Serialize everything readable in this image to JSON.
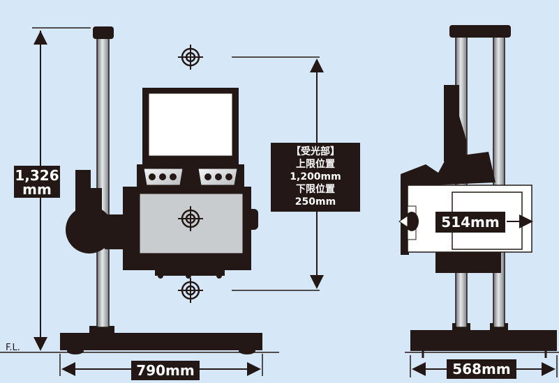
{
  "labels": {
    "height_value": "1,326",
    "height_unit": "mm",
    "fl": "F.L.",
    "receiver_head": "【受光部】",
    "upper_limit_label": "上限位置",
    "upper_limit_value": "1,200mm",
    "lower_limit_label": "下限位置",
    "lower_limit_value": "250mm",
    "front_width": "790mm",
    "side_depth": "568mm",
    "side_head": "514mm"
  },
  "colors": {
    "background": "#d6e8f7",
    "ink": "#231815",
    "steel": "#a9adb0",
    "panel": "#e8e9ea",
    "white": "#ffffff"
  },
  "icons": [
    "target-crosshair-icon",
    "arrow-icon"
  ]
}
